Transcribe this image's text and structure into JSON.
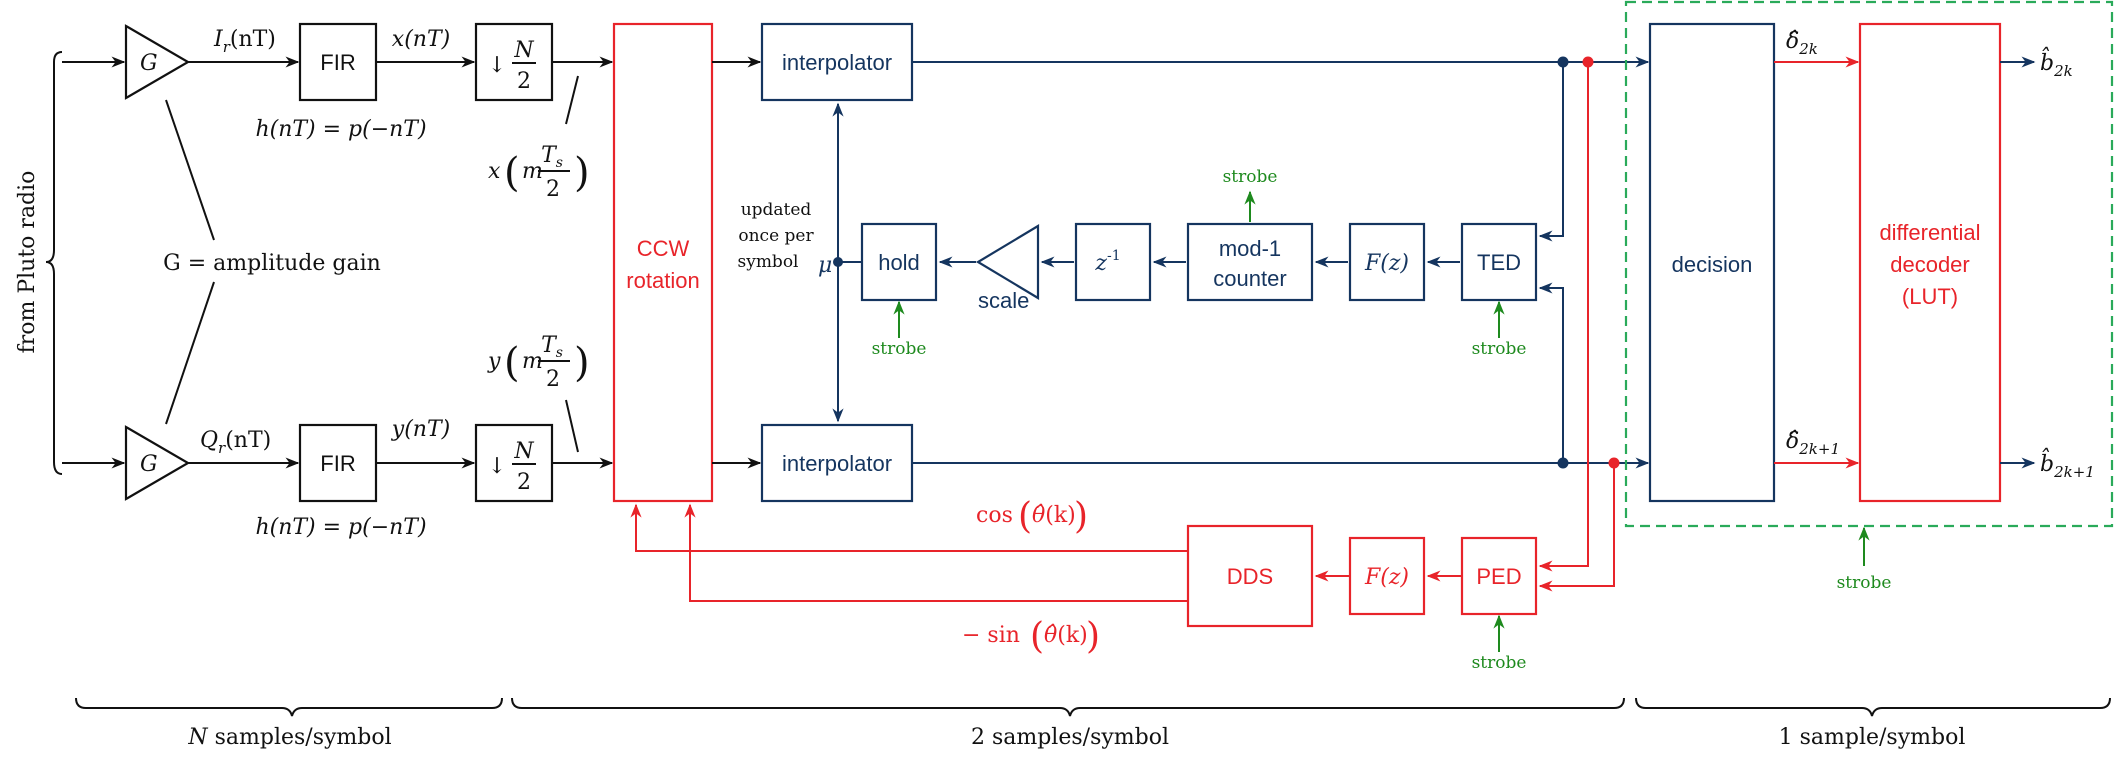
{
  "colors": {
    "navy": "#15355f",
    "red": "#e8242a",
    "green": "#1e8a1e",
    "black": "#111111",
    "dashed_box": "#2aaa5a"
  },
  "source_label": "from Pluto radio",
  "gain_symbol": "G",
  "gain_note": "G = amplitude gain",
  "i_branch": {
    "input_signal": "I",
    "input_sub": "r",
    "input_arg": "(nT)",
    "fir_label": "FIR",
    "fir_output": "x(nT)",
    "fir_response": "h(nT) = p(−nT)",
    "downsample_arrow": "↓",
    "downsample_num": "N",
    "downsample_den": "2",
    "sampled_func": "x",
    "sampled_m": "m",
    "sampled_num": "T",
    "sampled_num_sub": "s",
    "sampled_den": "2"
  },
  "q_branch": {
    "input_signal": "Q",
    "input_sub": "r",
    "input_arg": "(nT)",
    "fir_label": "FIR",
    "fir_output": "y(nT)",
    "fir_response": "h(nT) = p(−nT)",
    "downsample_arrow": "↓",
    "downsample_num": "N",
    "downsample_den": "2",
    "sampled_func": "y",
    "sampled_m": "m",
    "sampled_num": "T",
    "sampled_num_sub": "s",
    "sampled_den": "2"
  },
  "ccw_line1": "CCW",
  "ccw_line2": "rotation",
  "interpolator_top": "interpolator",
  "interpolator_bottom": "interpolator",
  "mu_note": [
    "updated",
    "once per",
    "symbol"
  ],
  "mu_symbol": "μ",
  "hold_label": "hold",
  "scale_label": "scale",
  "delay_base": "z",
  "delay_exp": "-1",
  "counter_line1": "mod-1",
  "counter_line2": "counter",
  "loop_filter_timing": "F(z)",
  "ted_label": "TED",
  "strobe": "strobe",
  "cos_prefix": "cos",
  "sin_prefix": "− sin",
  "theta_hat": "θ̂",
  "theta_arg": "(k)",
  "dds_label": "DDS",
  "loop_filter_phase": "F(z)",
  "ped_label": "PED",
  "decision_label": "decision",
  "decoder_line1": "differential",
  "decoder_line2": "decoder",
  "decoder_line3": "(LUT)",
  "delta_hat": "δ̂",
  "delta_sub_top": "2k",
  "delta_sub_bottom": "2k+1",
  "b_hat": "b̂",
  "b_sub_top": "2k",
  "b_sub_bottom": "2k+1",
  "rate_n": "N",
  "rate_n_rest": "samples/symbol",
  "rate_2": "2 samples/symbol",
  "rate_1": "1 sample/symbol"
}
